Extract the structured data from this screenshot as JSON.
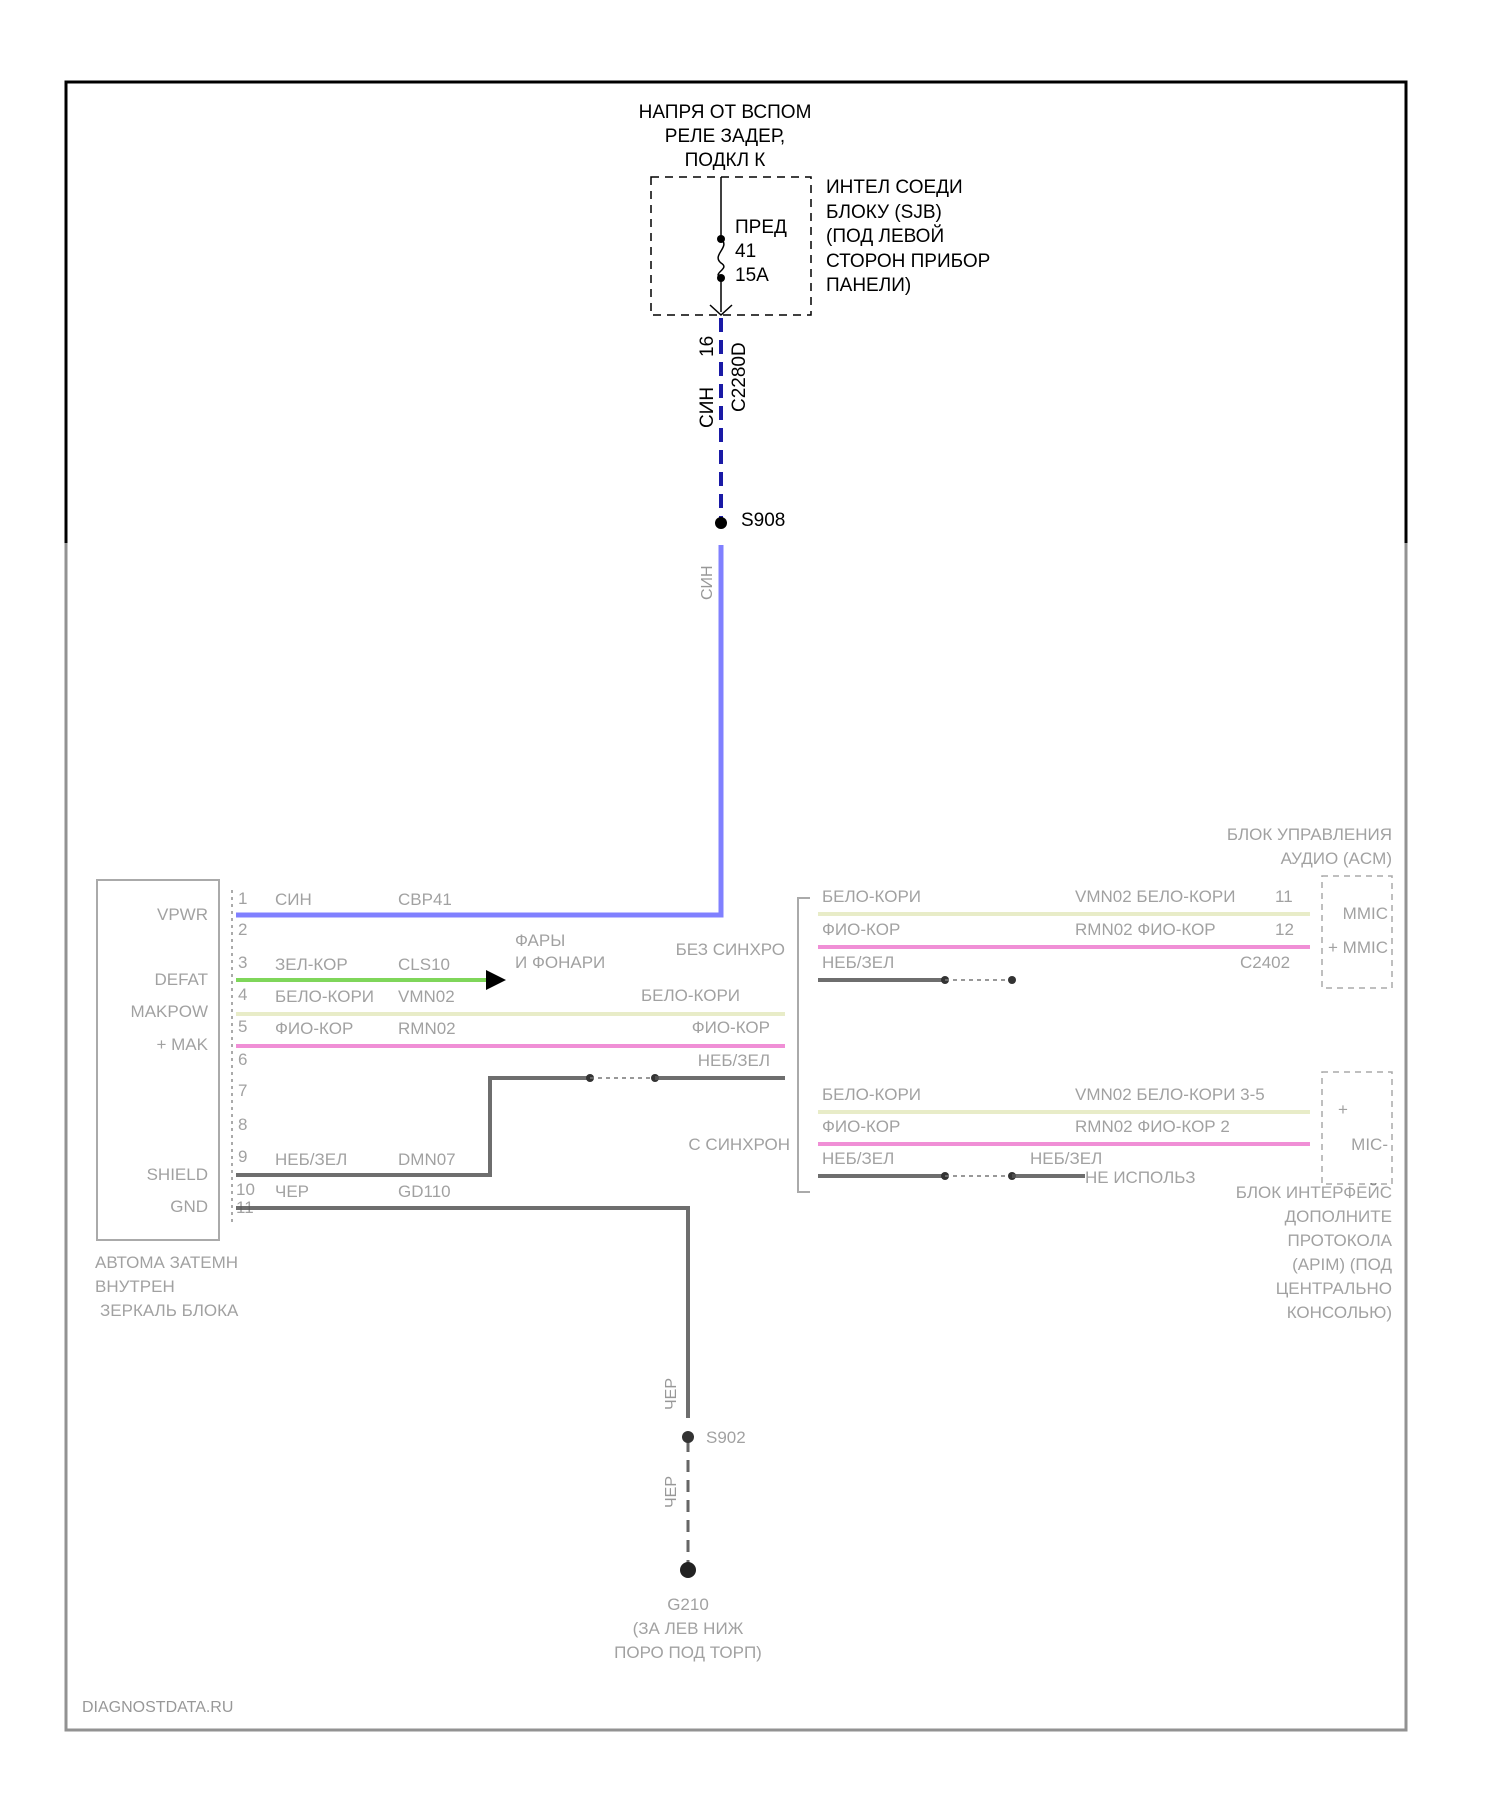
{
  "supply": {
    "title_lines": [
      "НАПРЯ ОТ ВСПОМ",
      "РЕЛЕ ЗАДЕР,",
      "ПОДКЛ К"
    ],
    "fuse_lines": [
      "ПРЕД",
      "41",
      "15A"
    ],
    "sjb_lines": [
      "ИНТЕЛ СОЕДИ",
      "БЛОКУ (SJB)",
      "(ПОД ЛЕВОЙ",
      "СТОРОН ПРИБОР",
      "ПАНЕЛИ)"
    ],
    "connector_pin": "16",
    "connector_name": "C2280D",
    "wire_color": "СИН",
    "splice": "S908"
  },
  "colors": {
    "frame": "#000000",
    "blue_wire_dashed": "#1a1aa6",
    "blue_wire": "#8080ff",
    "green_wire": "#7fd65a",
    "pink_wire": "#f08fd6",
    "yellow_wire": "#e8ecc8",
    "gray_wire": "#555555"
  },
  "module": {
    "pins": [
      "1",
      "2",
      "3",
      "4",
      "5",
      "6",
      "7",
      "8",
      "9",
      "10",
      "11"
    ],
    "pin_labels": [
      "VPWR",
      "",
      "DEFAT",
      "MAKPOW",
      "+ MAK",
      "",
      "",
      "",
      "SHIELD",
      "GND",
      ""
    ],
    "circuit_codes": [
      "СИН",
      "ЗЕЛ-КОР",
      "БЕЛО-КОРИ",
      "ФИО-КОР",
      "НЕБ/ЗЕЛ",
      "ЧЕР"
    ],
    "circuit_ids": [
      "CBP41",
      "CLS10",
      "VMN02",
      "RMN02",
      "DMN07",
      "GD110"
    ],
    "caption_lines": [
      "АВТОМА ЗАТЕМН",
      "ВНУТРЕН",
      "ЗЕРКАЛЬ БЛОКА"
    ]
  },
  "branch": {
    "to_lamps_lines": [
      "ФАРЫ",
      "И ФОНАРИ"
    ],
    "label_with_sync": "БЕЗ СИНХРО",
    "label_without_sync": "С СИНХРОН",
    "mid_codes": [
      "БЕЛО-КОРИ",
      "ФИО-КОР",
      "НЕБ/ЗЕЛ"
    ]
  },
  "acm": {
    "title_lines": [
      "БЛОК УПРАВЛЕНИЯ",
      "АУДИО (ACM)"
    ],
    "codes_left": [
      "БЕЛО-КОРИ",
      "ФИО-КОР",
      "НЕБ/ЗЕЛ"
    ],
    "codes_right": [
      "VMN02 БЕЛО-КОРИ",
      "RMN02 ФИО-КОР"
    ],
    "pins": [
      "11",
      "12"
    ],
    "connector": "C2402",
    "pin_labels": [
      "MMIC",
      "+ MMIC"
    ]
  },
  "apim": {
    "title_lines": [
      "БЛОК ИНТЕРФЕЙС",
      "ДОПОЛНИТЕ",
      "ПРОТОКОЛА",
      "(APIM) (ПОД",
      "ЦЕНТРАЛЬНО",
      "КОНСОЛЬЮ)"
    ],
    "codes_left": [
      "БЕЛО-КОРИ",
      "ФИО-КОР",
      "НЕБ/ЗЕЛ"
    ],
    "codes_right": [
      "VMN02 БЕЛО-КОРИ 3-5",
      "RMN02 ФИО-КОР 2"
    ],
    "unused_note": "НЕ ИСПОЛЬЗ",
    "pin_labels": [
      "+",
      "MIC-"
    ]
  },
  "ground": {
    "wire_color": "ЧЕР",
    "splice": "S902",
    "point": "G210",
    "caption_lines": [
      "(ЗА ЛЕВ НИЖ",
      "ПОРО ПОД ТОРП)"
    ]
  },
  "watermark": "DIAGNOSTDATA.RU"
}
